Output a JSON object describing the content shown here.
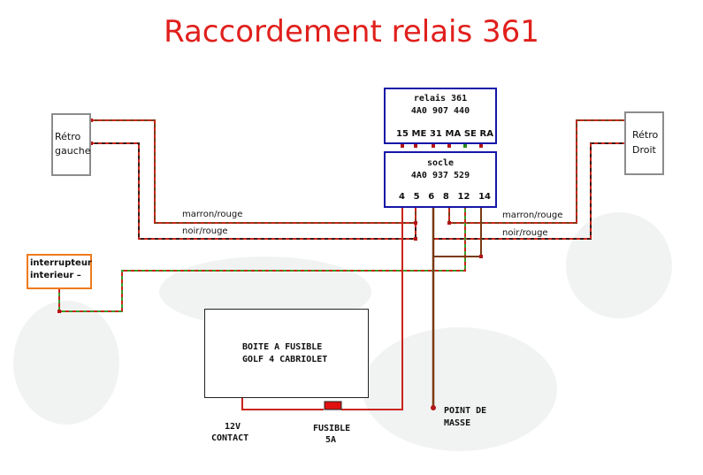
{
  "title": "Raccordement relais 361",
  "retro_gauche": {
    "line1": "Rétro",
    "line2": "gauche"
  },
  "retro_droit": {
    "line1": "Rétro",
    "line2": "Droit"
  },
  "relais": {
    "line1": "relais 361",
    "line2": "4A0 907 440",
    "pins": [
      "15",
      "ME",
      "31",
      "MA",
      "SE",
      "RA"
    ]
  },
  "socle": {
    "line1": "socle",
    "line2": "4A0 937 529",
    "pins": [
      "4",
      "5",
      "6",
      "8",
      "12",
      "14"
    ]
  },
  "interrupteur": {
    "line1": "interrupteur",
    "line2": "interieur –"
  },
  "boite_fusible": {
    "line1": "BOITE A FUSIBLE",
    "line2": "GOLF 4 CABRIOLET"
  },
  "labels": {
    "marron_rouge_left": "marron/rouge",
    "noir_rouge_left": "noir/rouge",
    "marron_rouge_right": "marron/rouge",
    "noir_rouge_right": "noir/rouge",
    "contact_line1": "12V",
    "contact_line2": "CONTACT",
    "fusible_line1": "FUSIBLE",
    "fusible_line2": "5A",
    "masse_line1": "POINT DE",
    "masse_line2": "MASSE"
  },
  "colors": {
    "title": "#e0201c",
    "wire_red": "#c8251c",
    "wire_brown": "#7a3b12",
    "wire_black_red": "#3a1a14",
    "wire_green": "#3a9a2a",
    "relay_border": "#1515a8",
    "switch_border": "#ee7a1c"
  }
}
